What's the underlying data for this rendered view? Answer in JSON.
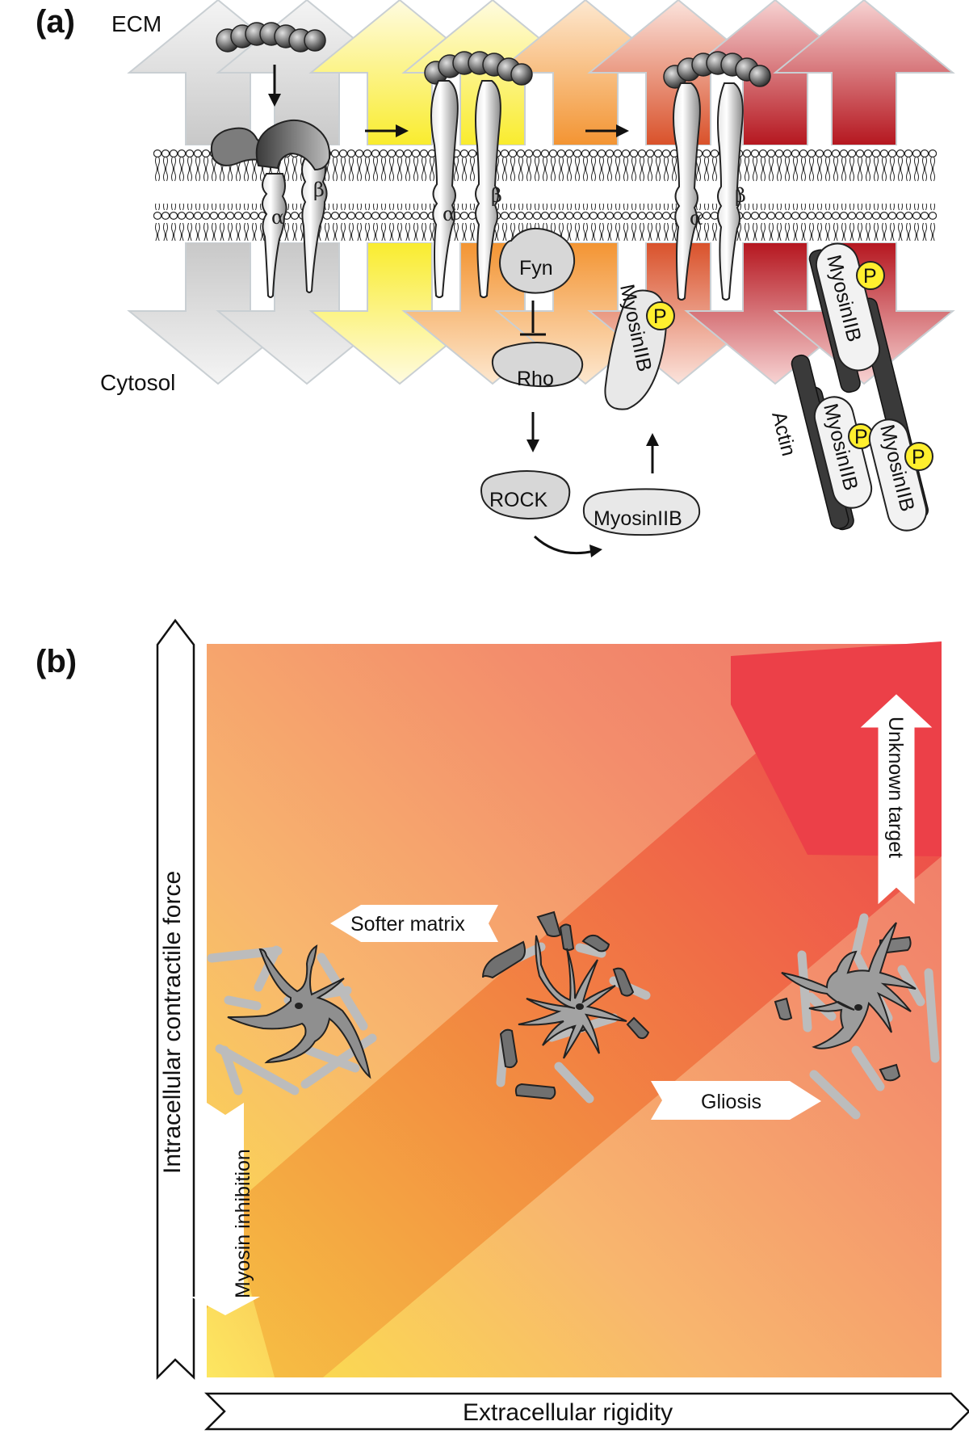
{
  "panel_a": {
    "label": "(a)",
    "ecm_label": "ECM",
    "cytosol_label": "Cytosol",
    "alpha": "α",
    "beta": "β",
    "fyn": "Fyn",
    "rho": "Rho",
    "rock": "ROCK",
    "myosin": "MyosinIIB",
    "phospho": "P",
    "actin": "Actin"
  },
  "panel_b": {
    "label": "(b)",
    "y_axis_label": "Intracellular contractile force",
    "x_axis_label": "Extracellular rigidity",
    "softer_matrix": "Softer matrix",
    "gliosis": "Gliosis",
    "unknown_target": "Unknown target",
    "myosin_inhibition": "Myosin inhibition"
  },
  "colors": {
    "gray_band": "#d9d9d9",
    "yellow": "#f9ed3a",
    "orange": "#f59a3c",
    "red": "#c6222a",
    "phospho_yellow": "#ffef2e",
    "gradient_low": "#fbe04a",
    "gradient_high": "#ef4b4e"
  }
}
